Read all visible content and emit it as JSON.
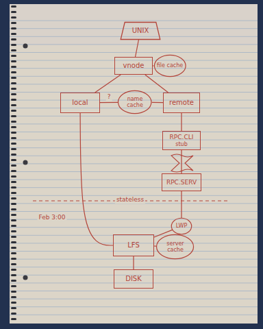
{
  "diagram": {
    "nodes": [
      {
        "text": [
          "UNIX"
        ]
      },
      {
        "text": [
          "vnode"
        ]
      },
      {
        "text": [
          "file cache"
        ]
      },
      {
        "text": [
          "local"
        ]
      },
      {
        "text": [
          "name cache"
        ]
      },
      {
        "text": [
          "remote"
        ]
      },
      {
        "text": [
          "RPC.CLI",
          "stub"
        ]
      },
      {
        "text": [
          "RPC.SERV"
        ]
      },
      {
        "text": [
          "LWP"
        ]
      },
      {
        "text": [
          "LFS"
        ]
      },
      {
        "text": [
          "server cache"
        ]
      },
      {
        "text": [
          "DISK"
        ]
      }
    ],
    "edges": [
      {
        "from": 0,
        "to": 1,
        "arrow": "none"
      },
      {
        "from": 1,
        "to": 2,
        "arrow": "none"
      },
      {
        "from": 1,
        "to": 3,
        "arrow": "none"
      },
      {
        "from": 1,
        "to": 5,
        "arrow": "none"
      },
      {
        "from": 3,
        "to": 4,
        "label": "?",
        "arrow": "none"
      },
      {
        "from": 4,
        "to": 5,
        "arrow": "none"
      },
      {
        "from": 5,
        "to": 6,
        "arrow": "none"
      },
      {
        "from": 6,
        "to": 7,
        "arrow": "none"
      },
      {
        "from": 7,
        "to": 8,
        "arrow": "none"
      },
      {
        "from": 8,
        "to": 9,
        "arrow": "none"
      },
      {
        "from": 3,
        "to": 9,
        "arrow": "none"
      },
      {
        "from": 9,
        "to": 10,
        "arrow": "none"
      },
      {
        "from": 9,
        "to": 11,
        "arrow": "none"
      }
    ],
    "labels": [
      "stateless",
      "Feb 3:00"
    ]
  }
}
